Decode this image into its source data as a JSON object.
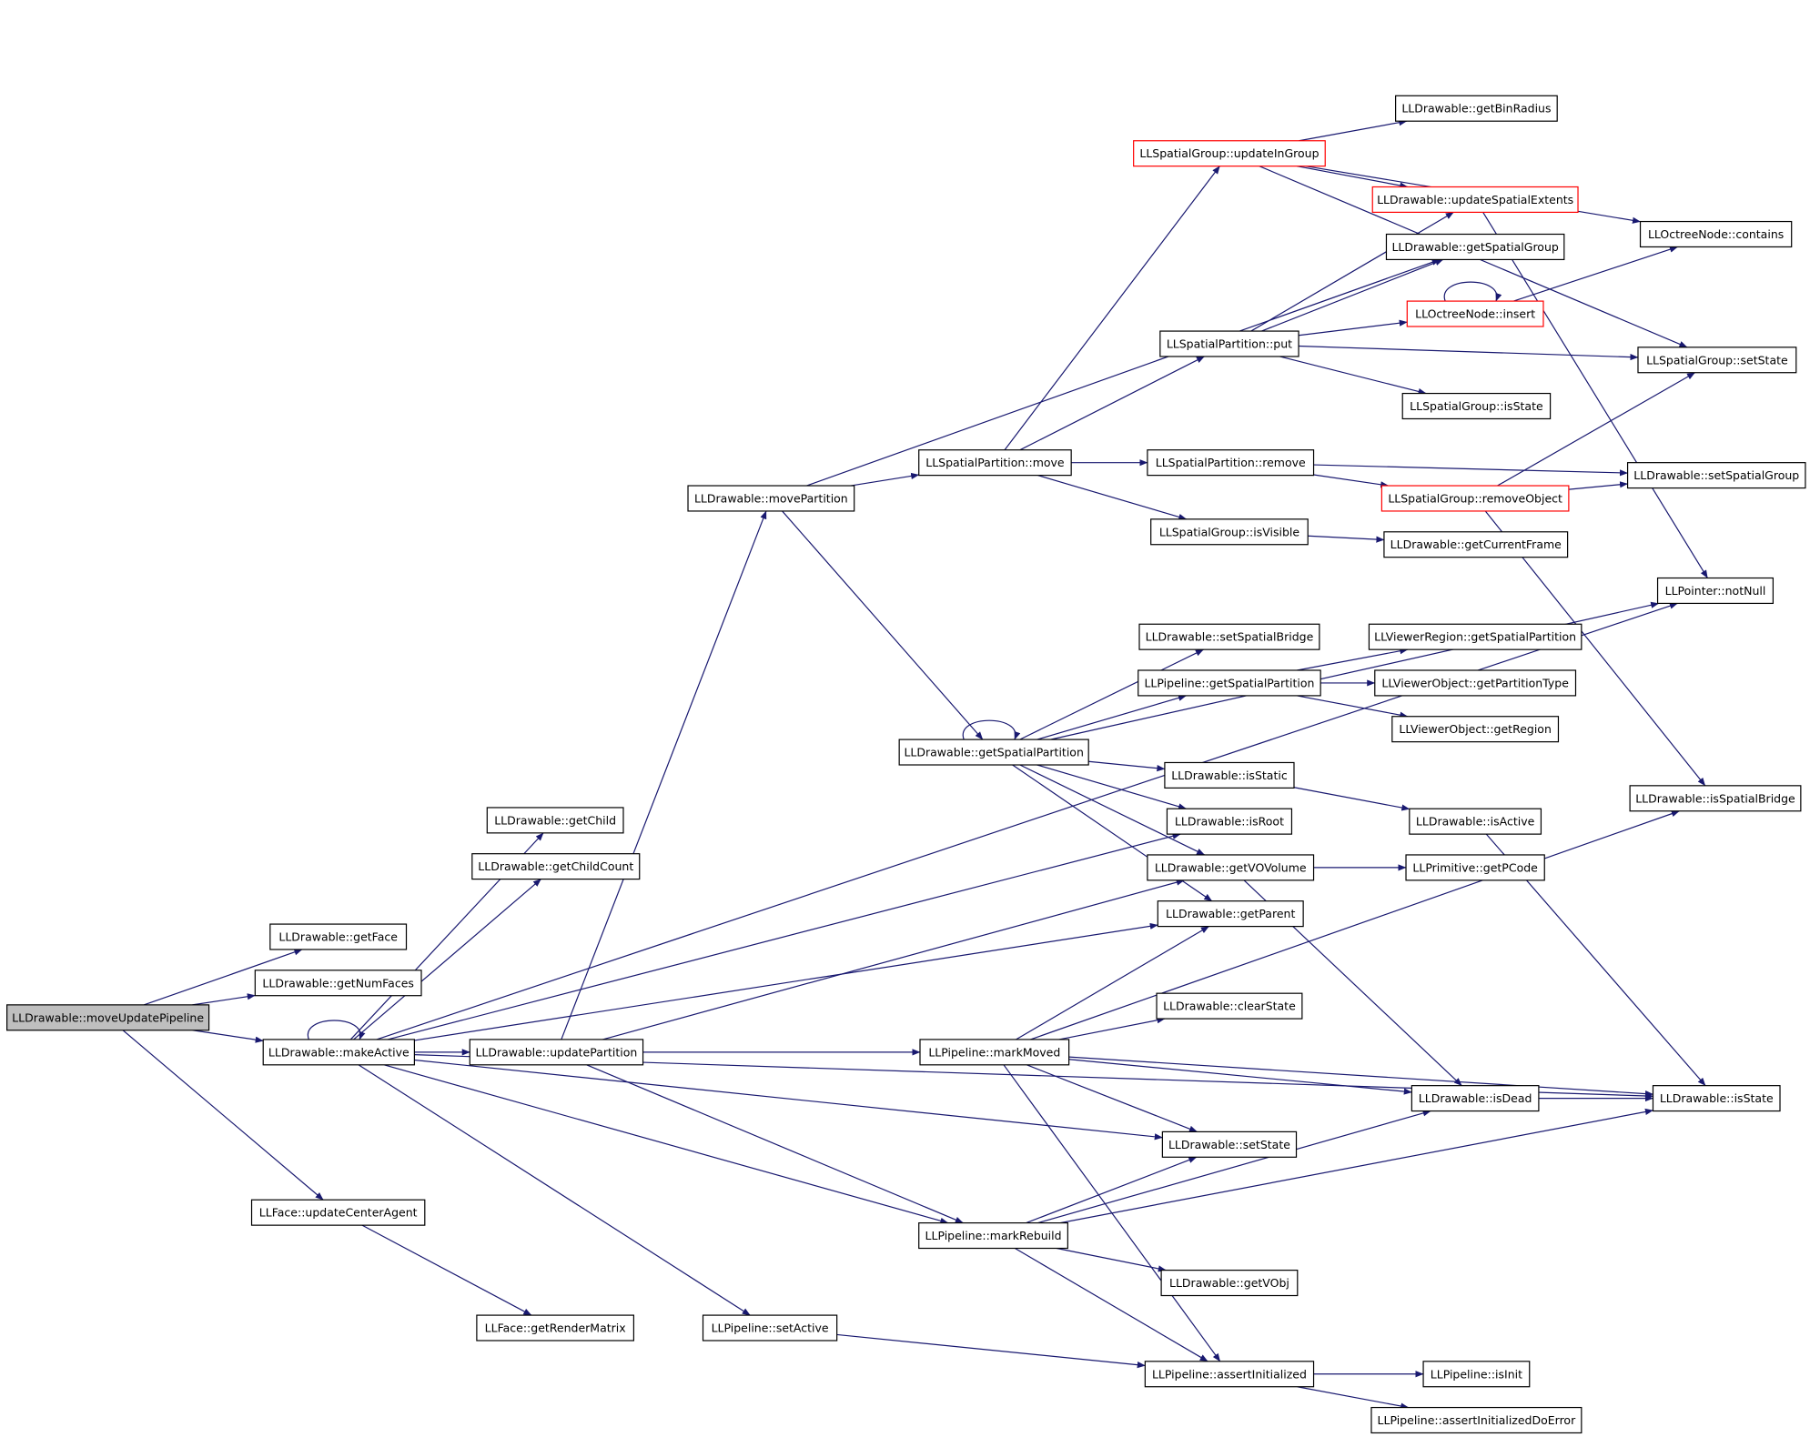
{
  "colors": {
    "edge": "#191970",
    "node_border": "#000000",
    "node_fill": "#ffffff",
    "incomplete_border": "#ff0000",
    "root_fill": "#bfbfbf",
    "text": "#000000"
  },
  "nodes": {
    "moveUpdatePipeline": {
      "label": "LLDrawable::moveUpdatePipeline",
      "variant": "root"
    },
    "getFace": {
      "label": "LLDrawable::getFace"
    },
    "getNumFaces": {
      "label": "LLDrawable::getNumFaces"
    },
    "makeActive": {
      "label": "LLDrawable::makeActive"
    },
    "updateCenterAgent": {
      "label": "LLFace::updateCenterAgent"
    },
    "getRenderMatrix": {
      "label": "LLFace::getRenderMatrix"
    },
    "getChild": {
      "label": "LLDrawable::getChild"
    },
    "getChildCount": {
      "label": "LLDrawable::getChildCount"
    },
    "updatePartition": {
      "label": "LLDrawable::updatePartition"
    },
    "setActive": {
      "label": "LLPipeline::setActive"
    },
    "movePartition": {
      "label": "LLDrawable::movePartition"
    },
    "spMove": {
      "label": "LLSpatialPartition::move"
    },
    "getSpatialPartition": {
      "label": "LLDrawable::getSpatialPartition"
    },
    "markMoved": {
      "label": "LLPipeline::markMoved"
    },
    "markRebuild": {
      "label": "LLPipeline::markRebuild"
    },
    "updateInGroup": {
      "label": "LLSpatialGroup::updateInGroup",
      "variant": "incomplete"
    },
    "spPut": {
      "label": "LLSpatialPartition::put"
    },
    "spRemove": {
      "label": "LLSpatialPartition::remove"
    },
    "sgIsVisible": {
      "label": "LLSpatialGroup::isVisible"
    },
    "setSpatialBridge": {
      "label": "LLDrawable::setSpatialBridge"
    },
    "pipeGetSpatialPartition": {
      "label": "LLPipeline::getSpatialPartition"
    },
    "isStatic": {
      "label": "LLDrawable::isStatic"
    },
    "isRoot": {
      "label": "LLDrawable::isRoot"
    },
    "getVOVolume": {
      "label": "LLDrawable::getVOVolume"
    },
    "getParent": {
      "label": "LLDrawable::getParent"
    },
    "clearState": {
      "label": "LLDrawable::clearState"
    },
    "drSetState": {
      "label": "LLDrawable::setState"
    },
    "getVObj": {
      "label": "LLDrawable::getVObj"
    },
    "assertInitialized": {
      "label": "LLPipeline::assertInitialized"
    },
    "getBinRadius": {
      "label": "LLDrawable::getBinRadius"
    },
    "updateSpatialExtents": {
      "label": "LLDrawable::updateSpatialExtents",
      "variant": "incomplete"
    },
    "getSpatialGroup": {
      "label": "LLDrawable::getSpatialGroup"
    },
    "ocInsert": {
      "label": "LLOctreeNode::insert",
      "variant": "incomplete"
    },
    "sgIsState": {
      "label": "LLSpatialGroup::isState"
    },
    "removeObject": {
      "label": "LLSpatialGroup::removeObject",
      "variant": "incomplete"
    },
    "getCurrentFrame": {
      "label": "LLDrawable::getCurrentFrame"
    },
    "vrGetSpatialPartition": {
      "label": "LLViewerRegion::getSpatialPartition"
    },
    "getPartitionType": {
      "label": "LLViewerObject::getPartitionType"
    },
    "getRegion": {
      "label": "LLViewerObject::getRegion"
    },
    "drIsActive": {
      "label": "LLDrawable::isActive"
    },
    "getPCode": {
      "label": "LLPrimitive::getPCode"
    },
    "isDead": {
      "label": "LLDrawable::isDead"
    },
    "isInit": {
      "label": "LLPipeline::isInit"
    },
    "assertInitializedDoError": {
      "label": "LLPipeline::assertInitializedDoError"
    },
    "ocContains": {
      "label": "LLOctreeNode::contains"
    },
    "sgSetState": {
      "label": "LLSpatialGroup::setState"
    },
    "setSpatialGroup": {
      "label": "LLDrawable::setSpatialGroup"
    },
    "notNull": {
      "label": "LLPointer::notNull"
    },
    "isSpatialBridge": {
      "label": "LLDrawable::isSpatialBridge"
    },
    "drIsState": {
      "label": "LLDrawable::isState"
    }
  },
  "edges": [
    [
      "moveUpdatePipeline",
      "getFace"
    ],
    [
      "moveUpdatePipeline",
      "getNumFaces"
    ],
    [
      "moveUpdatePipeline",
      "makeActive"
    ],
    [
      "moveUpdatePipeline",
      "updateCenterAgent"
    ],
    [
      "updateCenterAgent",
      "getRenderMatrix"
    ],
    [
      "makeActive",
      "makeActive"
    ],
    [
      "makeActive",
      "getChild"
    ],
    [
      "makeActive",
      "getChildCount"
    ],
    [
      "makeActive",
      "updatePartition"
    ],
    [
      "makeActive",
      "setActive"
    ],
    [
      "makeActive",
      "markRebuild"
    ],
    [
      "makeActive",
      "isRoot"
    ],
    [
      "makeActive",
      "getParent"
    ],
    [
      "makeActive",
      "drSetState"
    ],
    [
      "makeActive",
      "drIsState"
    ],
    [
      "makeActive",
      "notNull"
    ],
    [
      "updatePartition",
      "movePartition"
    ],
    [
      "updatePartition",
      "markMoved"
    ],
    [
      "updatePartition",
      "markRebuild"
    ],
    [
      "updatePartition",
      "getVOVolume"
    ],
    [
      "movePartition",
      "spMove"
    ],
    [
      "movePartition",
      "getSpatialGroup"
    ],
    [
      "movePartition",
      "getSpatialPartition"
    ],
    [
      "spMove",
      "updateInGroup"
    ],
    [
      "spMove",
      "spPut"
    ],
    [
      "spMove",
      "spRemove"
    ],
    [
      "spMove",
      "sgIsVisible"
    ],
    [
      "updateInGroup",
      "getBinRadius"
    ],
    [
      "updateInGroup",
      "updateSpatialExtents"
    ],
    [
      "updateInGroup",
      "ocContains"
    ],
    [
      "updateInGroup",
      "sgSetState"
    ],
    [
      "updateSpatialExtents",
      "notNull"
    ],
    [
      "spPut",
      "updateSpatialExtents"
    ],
    [
      "spPut",
      "getSpatialGroup"
    ],
    [
      "spPut",
      "ocInsert"
    ],
    [
      "spPut",
      "sgSetState"
    ],
    [
      "spPut",
      "sgIsState"
    ],
    [
      "ocInsert",
      "ocInsert"
    ],
    [
      "ocInsert",
      "ocContains"
    ],
    [
      "spRemove",
      "setSpatialGroup"
    ],
    [
      "spRemove",
      "removeObject"
    ],
    [
      "removeObject",
      "setSpatialGroup"
    ],
    [
      "removeObject",
      "sgSetState"
    ],
    [
      "removeObject",
      "isSpatialBridge"
    ],
    [
      "sgIsVisible",
      "getCurrentFrame"
    ],
    [
      "getSpatialPartition",
      "getSpatialPartition"
    ],
    [
      "getSpatialPartition",
      "setSpatialBridge"
    ],
    [
      "getSpatialPartition",
      "pipeGetSpatialPartition"
    ],
    [
      "getSpatialPartition",
      "isStatic"
    ],
    [
      "getSpatialPartition",
      "isRoot"
    ],
    [
      "getSpatialPartition",
      "getVOVolume"
    ],
    [
      "getSpatialPartition",
      "getParent"
    ],
    [
      "getSpatialPartition",
      "notNull"
    ],
    [
      "pipeGetSpatialPartition",
      "vrGetSpatialPartition"
    ],
    [
      "pipeGetSpatialPartition",
      "getPartitionType"
    ],
    [
      "pipeGetSpatialPartition",
      "getRegion"
    ],
    [
      "isStatic",
      "drIsActive"
    ],
    [
      "drIsActive",
      "drIsState"
    ],
    [
      "getVOVolume",
      "getPCode"
    ],
    [
      "getVOVolume",
      "isDead"
    ],
    [
      "markMoved",
      "getParent"
    ],
    [
      "markMoved",
      "clearState"
    ],
    [
      "markMoved",
      "isSpatialBridge"
    ],
    [
      "markMoved",
      "isDead"
    ],
    [
      "markMoved",
      "drIsState"
    ],
    [
      "markMoved",
      "drSetState"
    ],
    [
      "markMoved",
      "assertInitialized"
    ],
    [
      "markRebuild",
      "drSetState"
    ],
    [
      "markRebuild",
      "isDead"
    ],
    [
      "markRebuild",
      "getVObj"
    ],
    [
      "markRebuild",
      "assertInitialized"
    ],
    [
      "markRebuild",
      "drIsState"
    ],
    [
      "setActive",
      "assertInitialized"
    ],
    [
      "isDead",
      "drIsState"
    ],
    [
      "assertInitialized",
      "isInit"
    ],
    [
      "assertInitialized",
      "assertInitializedDoError"
    ]
  ]
}
